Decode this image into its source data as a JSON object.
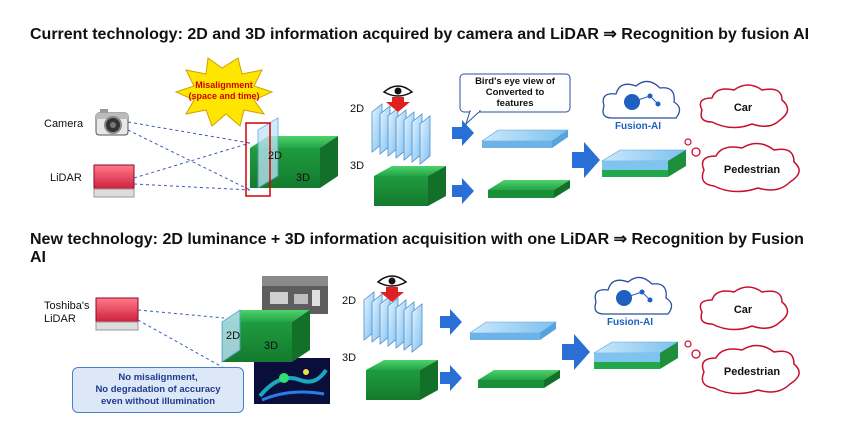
{
  "top": {
    "heading": "Current technology: 2D and 3D information acquired by camera and LiDAR ⇒ Recognition by fusion AI",
    "camera_label": "Camera",
    "lidar_label": "LiDAR",
    "burst_line1": "Misalignment",
    "burst_line2": "(space and time)",
    "box_2d": "2D",
    "box_3d": "3D",
    "row_2d": "2D",
    "row_3d": "3D",
    "callout_line1": "Bird's eye view of",
    "callout_line2": "Converted to",
    "callout_line3": "features",
    "fusion_ai": "Fusion-AI",
    "result_car": "Car",
    "result_pedestrian": "Pedestrian"
  },
  "bottom": {
    "heading": "New technology: 2D luminance + 3D information acquisition with one LiDAR ⇒ Recognition by Fusion AI",
    "lidar_line1": "Toshiba's",
    "lidar_line2": "LiDAR",
    "box_2d": "2D",
    "box_3d": "3D",
    "row_2d": "2D",
    "row_3d": "3D",
    "note_line1": "No misalignment,",
    "note_line2": "No degradation of accuracy",
    "note_line3": "even without illumination",
    "fusion_ai": "Fusion-AI",
    "result_car": "Car",
    "result_pedestrian": "Pedestrian"
  },
  "colors": {
    "green": "#22a84a",
    "blue_arrow": "#2a6fd6",
    "light_blue": "#9fd0f2",
    "red": "#d81b3c",
    "burst_yellow": "#ffe600"
  }
}
